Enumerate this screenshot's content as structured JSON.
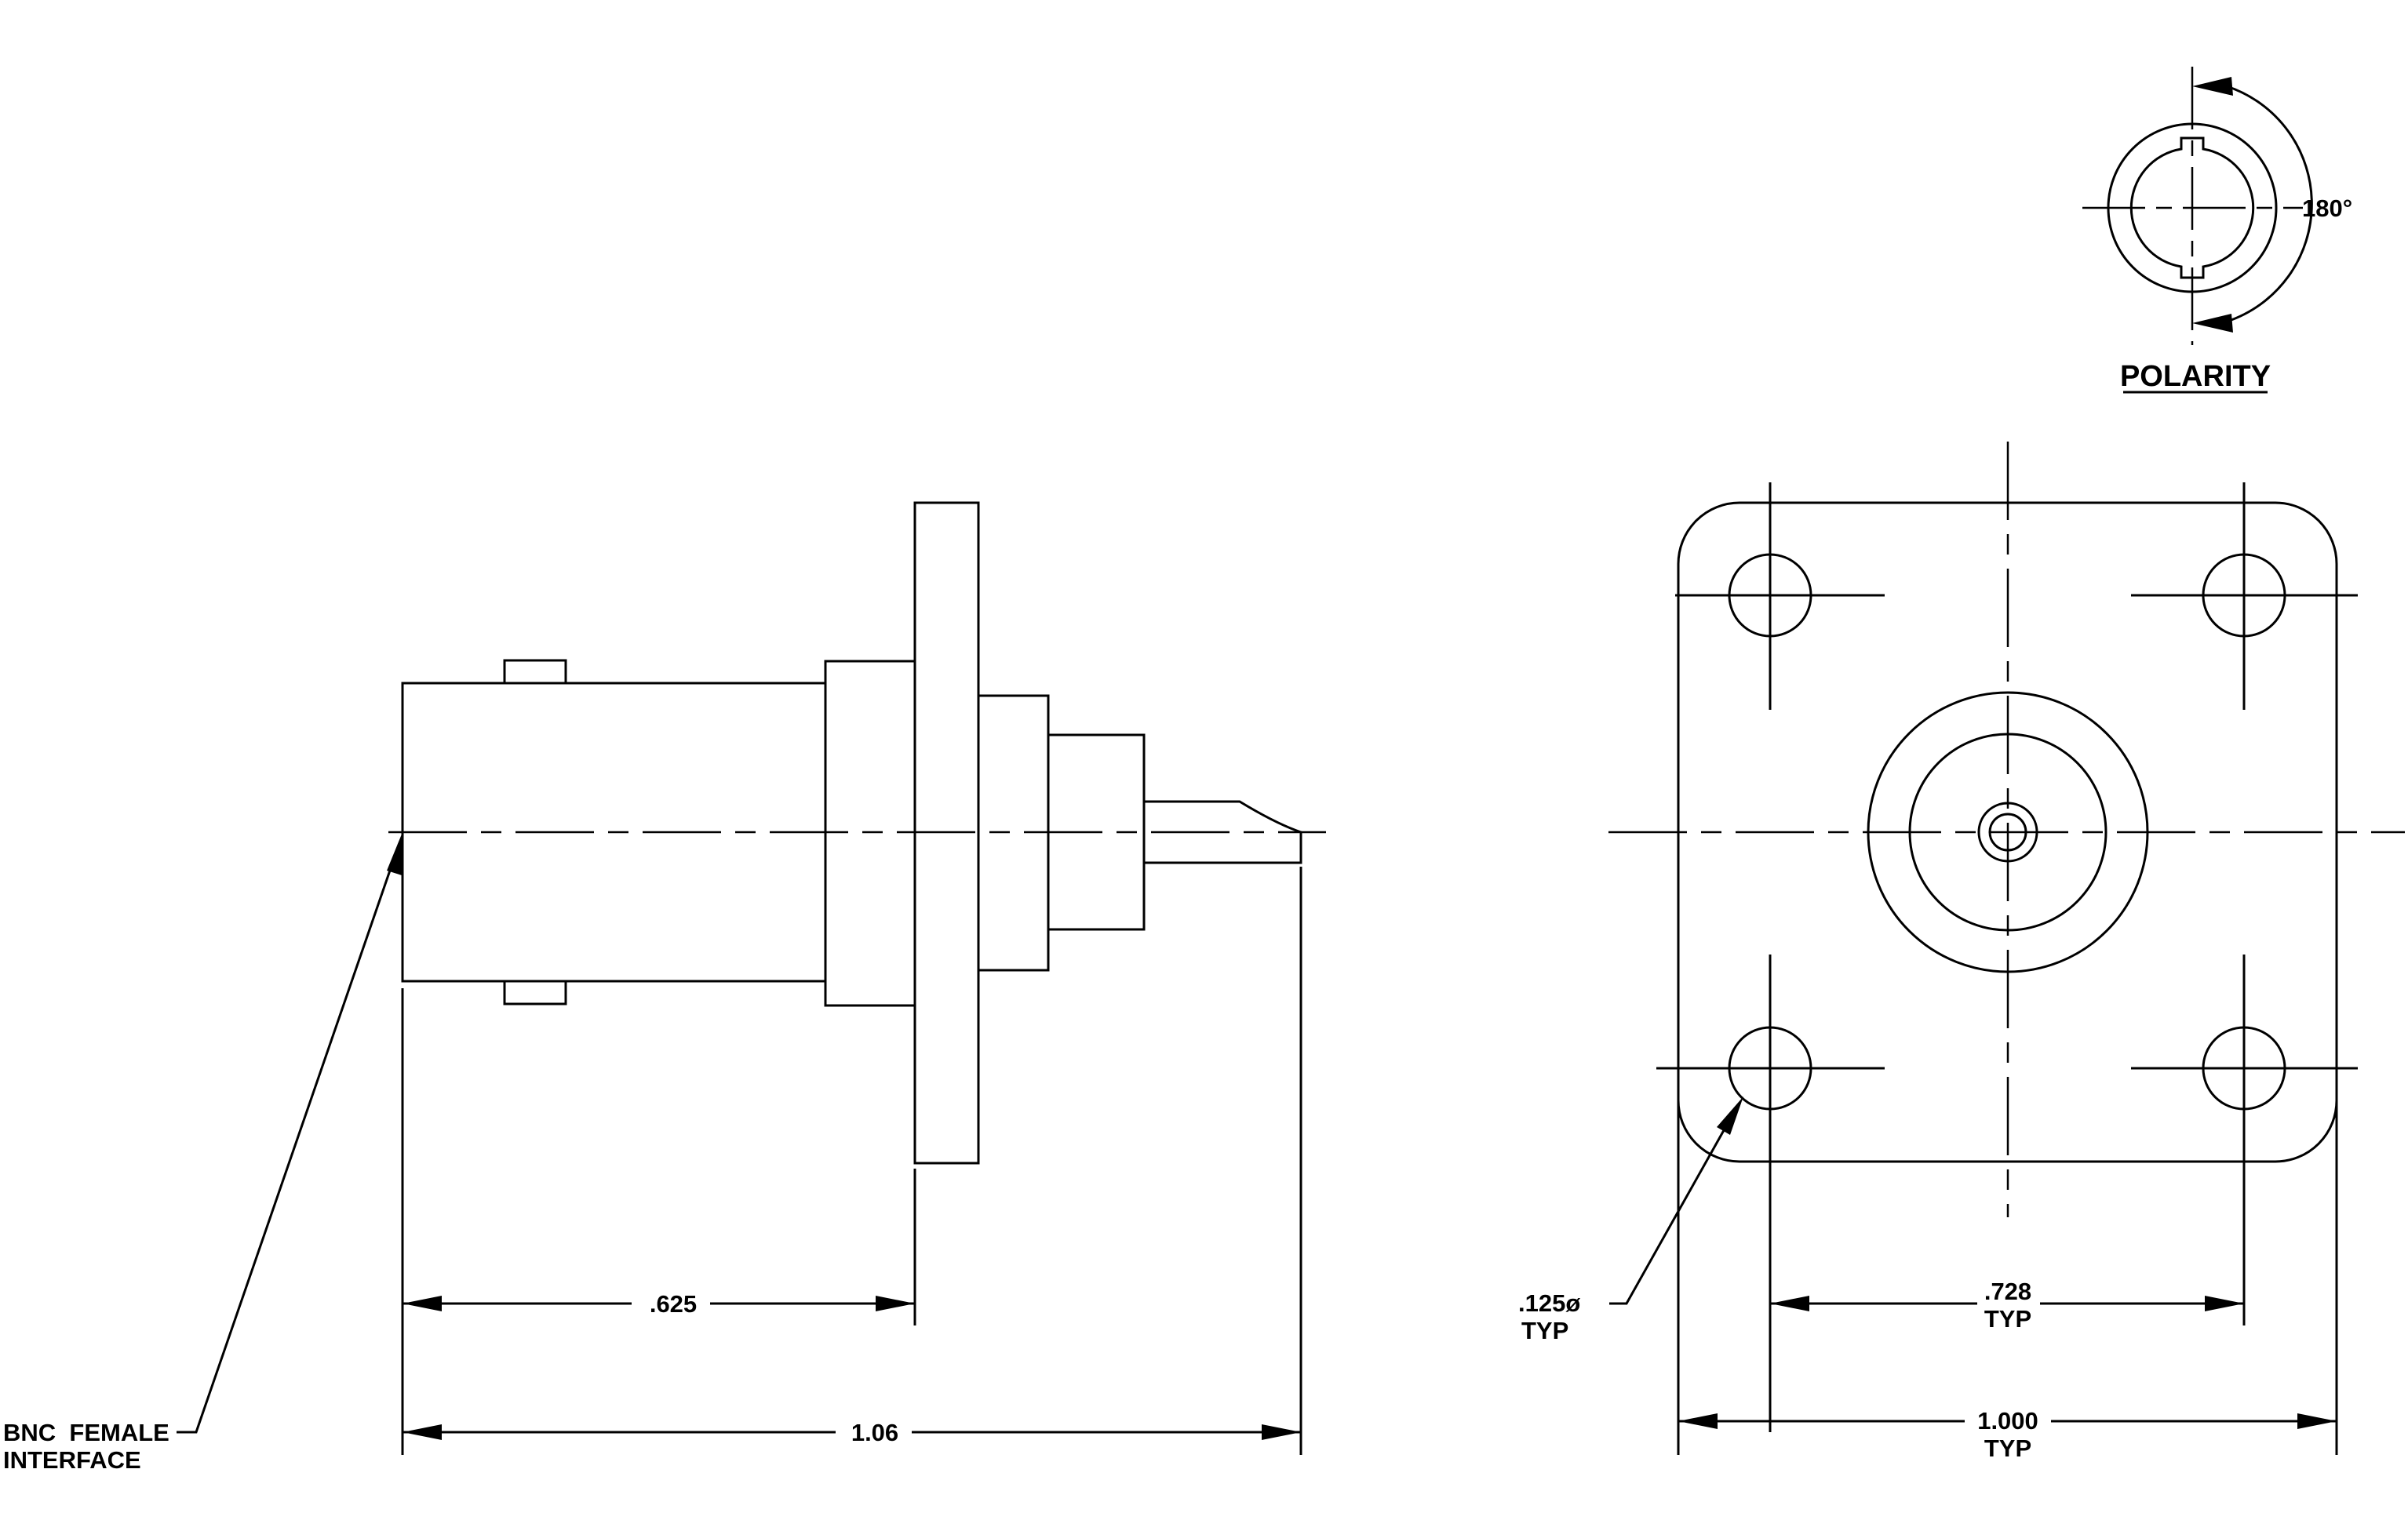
{
  "side_view": {
    "dim_flange": ".625",
    "dim_overall": "1.06",
    "interface_label_line1": "BNC  FEMALE",
    "interface_label_line2": "INTERFACE"
  },
  "front_view": {
    "hole_dia": ".125ø",
    "hole_typ": "TYP",
    "hole_spacing": ".728",
    "hole_spacing_typ": "TYP",
    "flange_width": "1.000",
    "flange_width_typ": "TYP"
  },
  "polarity": {
    "title": "POLARITY",
    "angle": "180°"
  }
}
